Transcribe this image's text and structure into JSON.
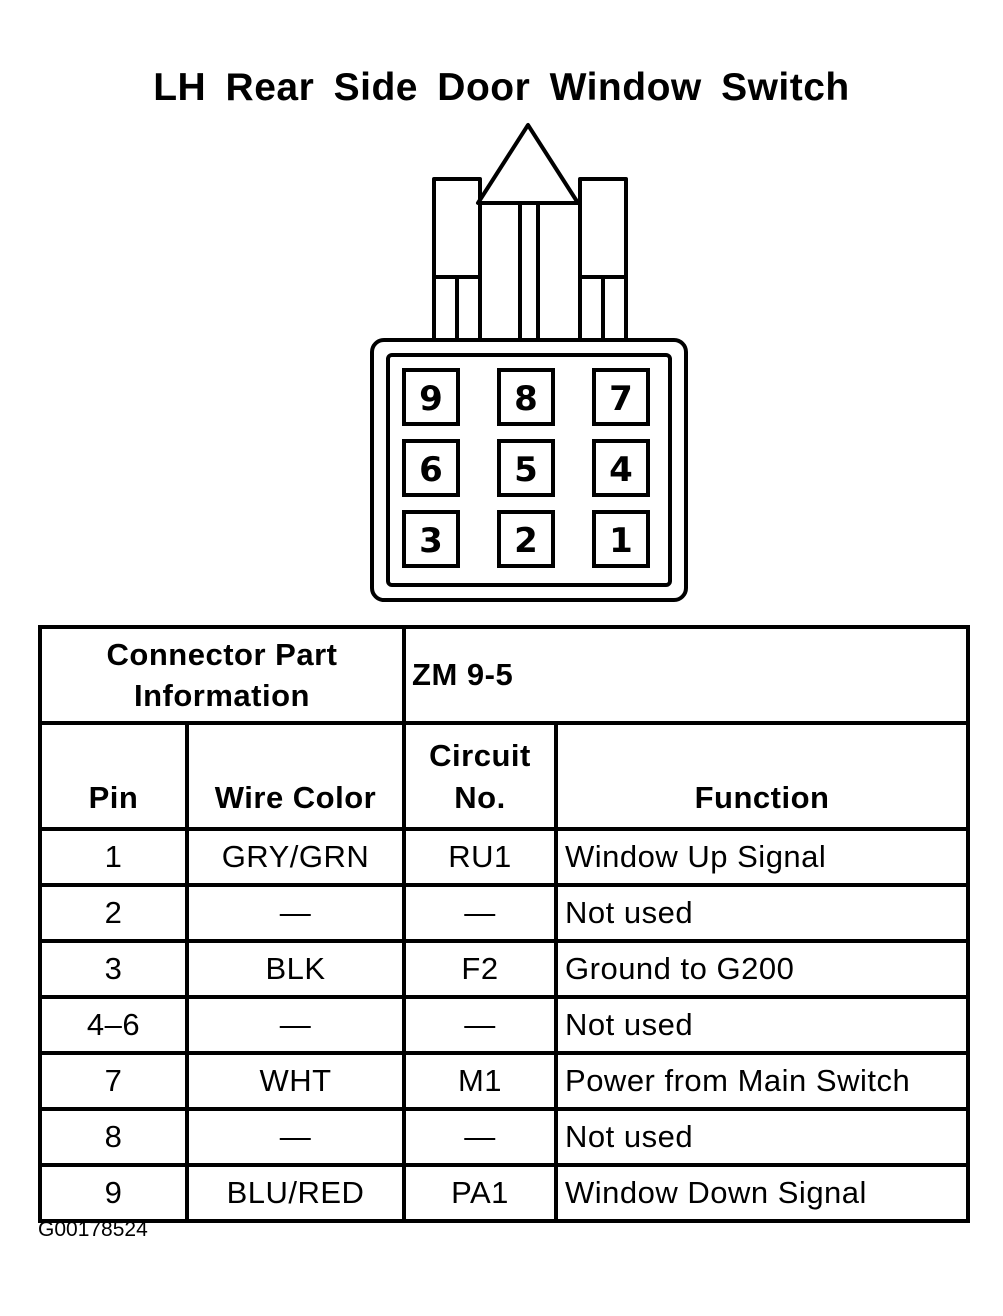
{
  "title": "LH Rear Side Door Window Switch",
  "connector": {
    "pins": [
      "9",
      "8",
      "7",
      "6",
      "5",
      "4",
      "3",
      "2",
      "1"
    ]
  },
  "table": {
    "part_info_label_line1": "Connector Part",
    "part_info_label_line2": "Information",
    "part_number": "ZM 9-5",
    "headers": {
      "pin": "Pin",
      "wire_color": "Wire Color",
      "circuit_line1": "Circuit",
      "circuit_line2": "No.",
      "function": "Function"
    },
    "rows": [
      {
        "pin": "1",
        "wire": "GRY/GRN",
        "circuit": "RU1",
        "function": "Window Up Signal"
      },
      {
        "pin": "2",
        "wire": "—",
        "circuit": "—",
        "function": "Not used"
      },
      {
        "pin": "3",
        "wire": "BLK",
        "circuit": "F2",
        "function": "Ground to G200"
      },
      {
        "pin": "4–6",
        "wire": "—",
        "circuit": "—",
        "function": "Not used"
      },
      {
        "pin": "7",
        "wire": "WHT",
        "circuit": "M1",
        "function": "Power from Main Switch"
      },
      {
        "pin": "8",
        "wire": "—",
        "circuit": "—",
        "function": "Not used"
      },
      {
        "pin": "9",
        "wire": "BLU/RED",
        "circuit": "PA1",
        "function": "Window Down Signal"
      }
    ]
  },
  "footer": "G00178524"
}
